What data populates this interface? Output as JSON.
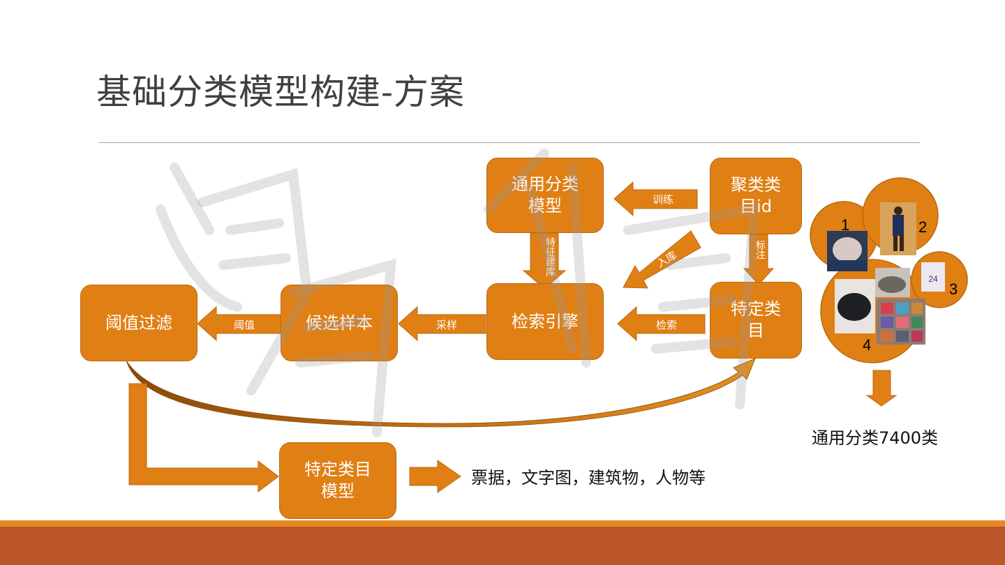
{
  "slide": {
    "title": "基础分类模型构建-方案"
  },
  "boxes": {
    "general_model": "通用分类\n模型",
    "cluster_id": "聚类类\n目id",
    "search_engine": "检索引擎",
    "specific_category": "特定类\n目",
    "candidate_samples": "候选样本",
    "threshold_filter": "阈值过滤",
    "specific_model": "特定类目\n模型"
  },
  "arrow_labels": {
    "train": "训练",
    "feature_index": "特征建库",
    "store": "入库",
    "annotate": "标注",
    "retrieve": "检索",
    "sample": "采样",
    "threshold": "阈值"
  },
  "texts": {
    "output_types": "票据，文字图，建筑物，人物等",
    "general_classes": "通用分类7400类"
  },
  "clusters": [
    {
      "label": "1"
    },
    {
      "label": "2"
    },
    {
      "label": "3"
    },
    {
      "label": "4"
    }
  ],
  "colors": {
    "box_fill": "#e07f14",
    "box_border": "#b86a10",
    "footer_dark": "#bc5527",
    "footer_light": "#e58a1f"
  }
}
